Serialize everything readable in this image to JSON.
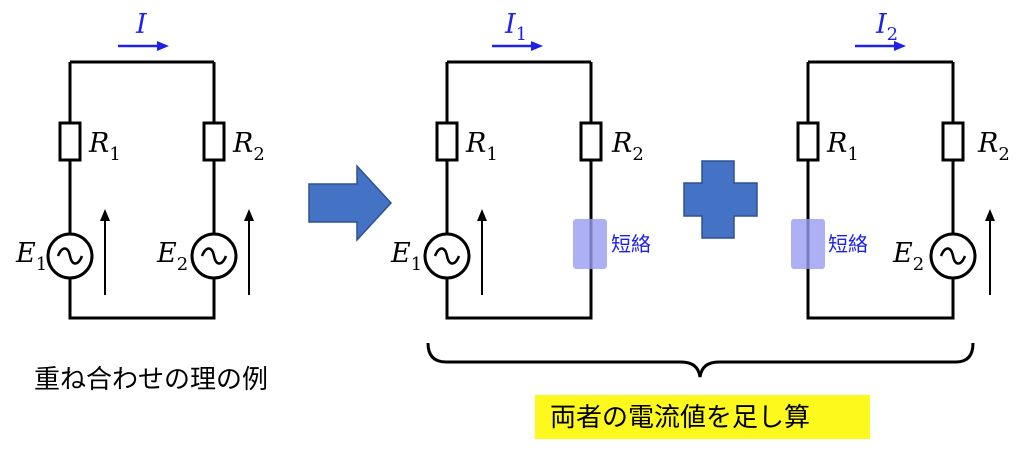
{
  "colors": {
    "current_arrow": "#1f22e6",
    "short_highlight": "#9a9cf4",
    "short_text": "#1f22e6",
    "big_arrow": "#4472c4",
    "plus": "#4472c4",
    "sum_background": "#fdf91d"
  },
  "circuit_main": {
    "current": "I",
    "r1": {
      "symbol": "R",
      "sub": "1"
    },
    "r2": {
      "symbol": "R",
      "sub": "2"
    },
    "e1": {
      "symbol": "E",
      "sub": "1"
    },
    "e2": {
      "symbol": "E",
      "sub": "2"
    }
  },
  "circuit_a": {
    "current": {
      "symbol": "I",
      "sub": "1"
    },
    "r1": {
      "symbol": "R",
      "sub": "1"
    },
    "r2": {
      "symbol": "R",
      "sub": "2"
    },
    "e1": {
      "symbol": "E",
      "sub": "1"
    },
    "short_label": "短絡"
  },
  "circuit_b": {
    "current": {
      "symbol": "I",
      "sub": "2"
    },
    "r1": {
      "symbol": "R",
      "sub": "1"
    },
    "r2": {
      "symbol": "R",
      "sub": "2"
    },
    "e2": {
      "symbol": "E",
      "sub": "2"
    },
    "short_label": "短絡"
  },
  "caption": "重ね合わせの理の例",
  "sum_label": "両者の電流値を足し算",
  "icons": [
    "right-arrow-icon",
    "plus-icon",
    "ac-source-icon",
    "resistor-icon",
    "brace-icon"
  ]
}
